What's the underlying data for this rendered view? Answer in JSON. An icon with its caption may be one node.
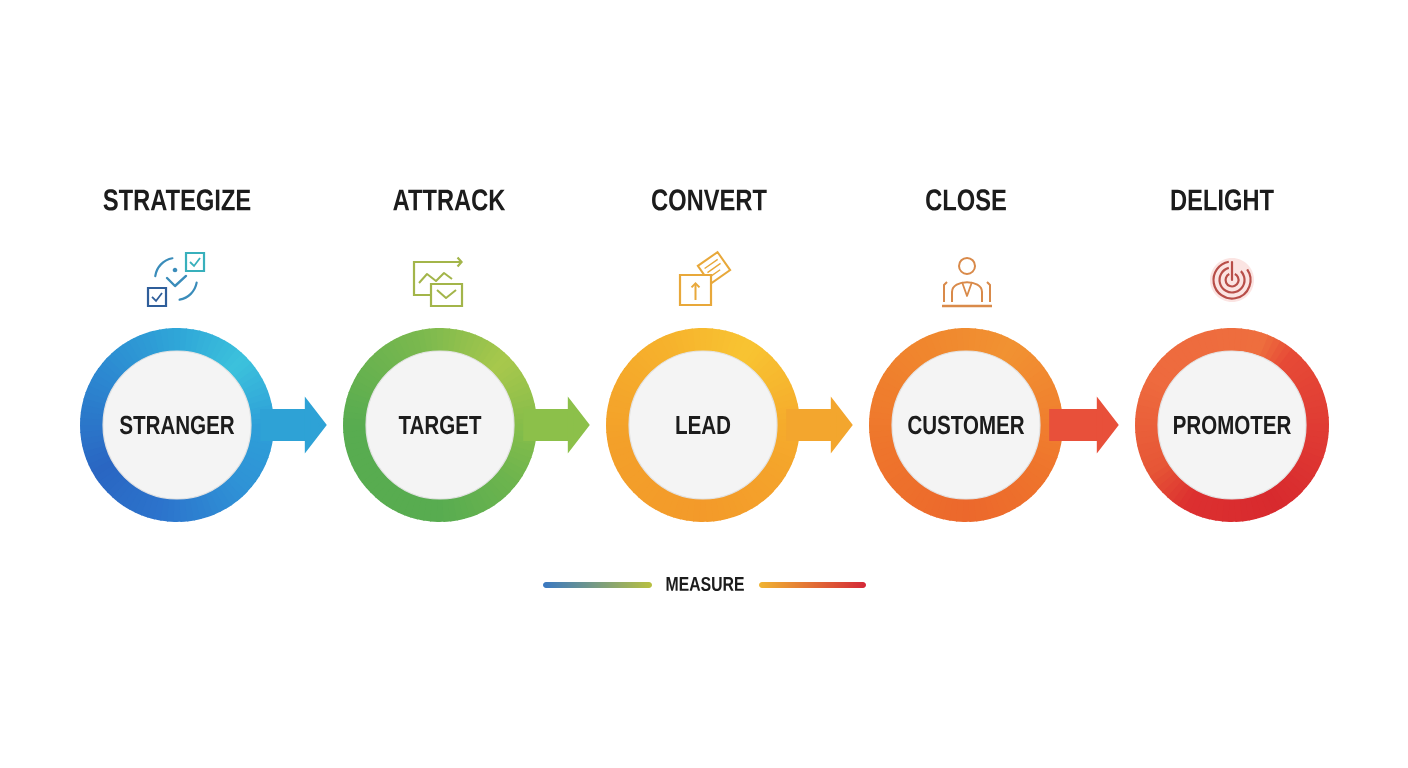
{
  "diagram": {
    "nodes": [
      {
        "text": [
          "STRATEGIZE",
          "STRANGER"
        ]
      },
      {
        "text": [
          "ATTRACK",
          "TARGET"
        ]
      },
      {
        "text": [
          "CONVERT",
          "LEAD"
        ]
      },
      {
        "text": [
          "CLOSE",
          "CUSTOMER"
        ]
      },
      {
        "text": [
          "DELIGHT",
          "PROMOTER"
        ]
      }
    ],
    "edges": [
      {
        "from": 0,
        "to": 1,
        "arrow": "to",
        "color": "#2ea2d6"
      },
      {
        "from": 1,
        "to": 2,
        "arrow": "to",
        "color": "#8cc04a"
      },
      {
        "from": 2,
        "to": 3,
        "arrow": "to",
        "color": "#f3a62e"
      },
      {
        "from": 3,
        "to": 4,
        "arrow": "to",
        "color": "#e8503a"
      }
    ],
    "labels": [
      "MEASURE"
    ]
  }
}
